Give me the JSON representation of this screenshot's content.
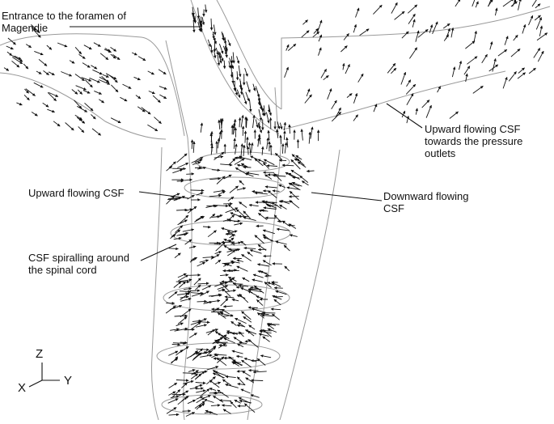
{
  "annotations": {
    "magendie": "Entrance to the foramen of\nMagendie",
    "upward_outlets": "Upward flowing CSF\ntowards the pressure\noutlets",
    "upward": "Upward flowing CSF",
    "downward": "Downward flowing\nCSF",
    "spiralling": "CSF spiralling around\nthe spinal cord"
  },
  "axes": {
    "z": "Z",
    "x": "X",
    "y": "Y"
  },
  "colors": {
    "vector": "#111111",
    "outline": "#9a9a9a",
    "leader": "#111111",
    "background": "#ffffff"
  }
}
